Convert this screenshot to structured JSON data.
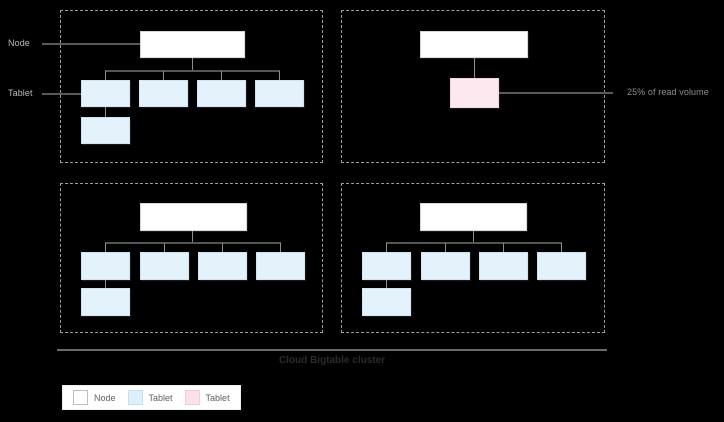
{
  "diagram": {
    "title": "Cloud Bigtable cluster",
    "side_labels": {
      "node": "Node",
      "tablet": "Tablet"
    },
    "annotations": {
      "hot_tablet": "25% of read volume"
    },
    "legend": {
      "items": [
        {
          "label": "Node",
          "swatch": "node-swatch",
          "color": "#ffffff"
        },
        {
          "label": "Tablet",
          "swatch": "tablet-swatch",
          "color": "#ddeffa"
        },
        {
          "label": "Tablet",
          "swatch": "hot-tablet-swatch",
          "color": "#fbe1ea"
        }
      ]
    },
    "nodes": [
      {
        "id": "node-top-left",
        "tablet_count": 5,
        "tablets": [
          "tablet-1",
          "tablet-2",
          "tablet-3",
          "tablet-4",
          "tablet-5"
        ],
        "hot_tablet": false
      },
      {
        "id": "node-top-right",
        "tablet_count": 1,
        "tablets": [
          "tablet-hot"
        ],
        "hot_tablet": true
      },
      {
        "id": "node-bottom-left",
        "tablet_count": 5,
        "tablets": [
          "tablet-1",
          "tablet-2",
          "tablet-3",
          "tablet-4",
          "tablet-5"
        ],
        "hot_tablet": false
      },
      {
        "id": "node-bottom-right",
        "tablet_count": 5,
        "tablets": [
          "tablet-1",
          "tablet-2",
          "tablet-3",
          "tablet-4",
          "tablet-5"
        ],
        "hot_tablet": false
      }
    ],
    "colors": {
      "background": "#000000",
      "node_fill": "#ffffff",
      "tablet_fill": "#e3f2fb",
      "hot_tablet_fill": "#fce9f0",
      "connector": "#6e6e6e",
      "group_border": "#9e9e9e",
      "label_text": "#b9b9b9",
      "caption_text": "#2b2b2b"
    }
  }
}
